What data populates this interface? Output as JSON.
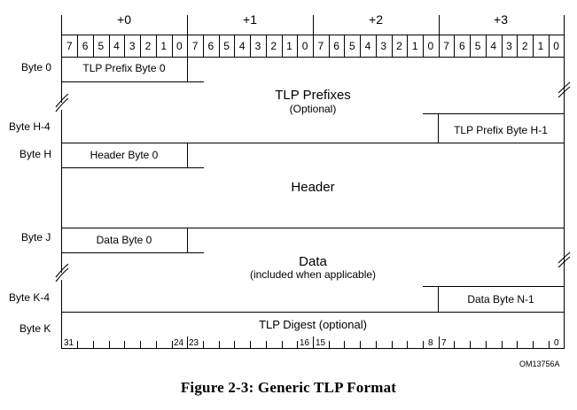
{
  "byte_headers": [
    "+0",
    "+1",
    "+2",
    "+3"
  ],
  "bit_numbers": [
    "7",
    "6",
    "5",
    "4",
    "3",
    "2",
    "1",
    "0"
  ],
  "row_labels": {
    "byte0": "Byte 0",
    "byteH4": "Byte H-4",
    "byteH": "Byte H",
    "byteJ": "Byte J",
    "byteK4": "Byte K-4",
    "byteK": "Byte K"
  },
  "fields": {
    "tlp_prefix_byte0": "TLP Prefix Byte 0",
    "tlp_prefixes": "TLP Prefixes",
    "tlp_prefixes_note": "(Optional)",
    "tlp_prefix_byte_h1": "TLP Prefix Byte H-1",
    "header_byte0": "Header Byte 0",
    "header": "Header",
    "data_byte0": "Data Byte 0",
    "data": "Data",
    "data_note": "(included when applicable)",
    "data_byte_n1": "Data Byte N-1",
    "tlp_digest": "TLP Digest (optional)"
  },
  "bit_scale": [
    "31",
    "24",
    "23",
    "16",
    "15",
    "8",
    "7",
    "0"
  ],
  "figure_id": "OM13756A",
  "caption": "Figure 2-3:  Generic TLP Format"
}
